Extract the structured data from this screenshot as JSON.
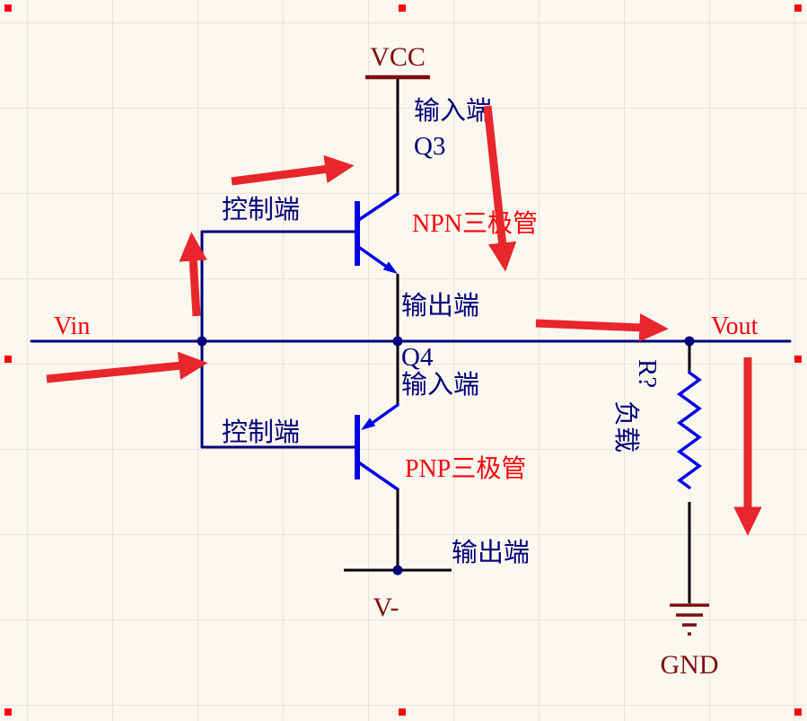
{
  "colors": {
    "background": "#fcf8ef",
    "grid": "#e9e4d5",
    "wire": "#00007a",
    "symbol": "#0000e6",
    "label_blue": "#00007a",
    "label_red": "#fb0207",
    "power": "#7d0d0d",
    "arrow": "#e8262b",
    "handle": "#fb0207"
  },
  "power": {
    "vcc": "VCC",
    "v_minus": "V-",
    "gnd": "GND"
  },
  "nets": {
    "vin": "Vin",
    "vout": "Vout"
  },
  "transistors": {
    "q3": {
      "designator": "Q3",
      "type": "NPN三极管"
    },
    "q4": {
      "designator": "Q4",
      "type": "PNP三极管"
    }
  },
  "terminals": {
    "npn_input": "输入端",
    "npn_control": "控制端",
    "npn_output": "输出端",
    "pnp_input": "输入端",
    "pnp_control": "控制端",
    "pnp_output": "输出端"
  },
  "resistor": {
    "designator": "R?",
    "label": "负载"
  }
}
